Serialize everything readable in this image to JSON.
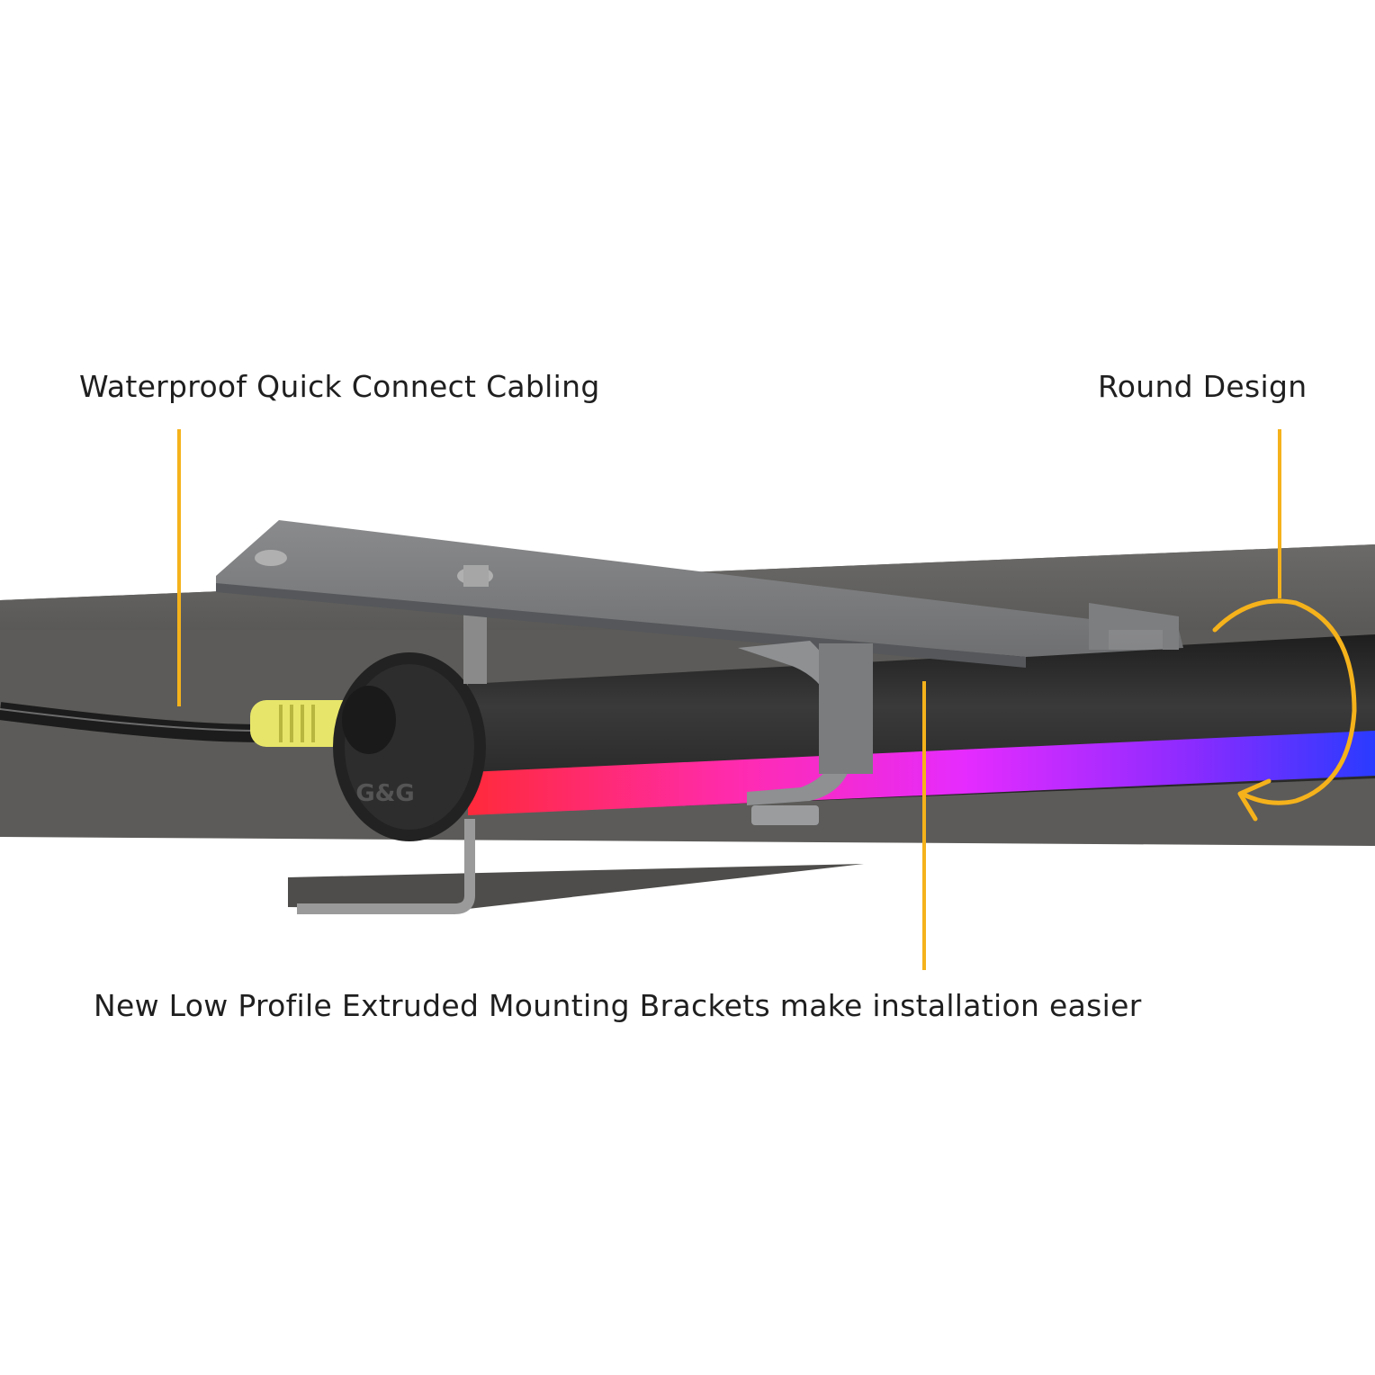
{
  "callouts": {
    "cabling": "Waterproof Quick Connect Cabling",
    "round_design": "Round Design",
    "brackets": "New Low Profile Extruded Mounting Brackets make installation easier"
  },
  "logo": "G&G",
  "colors": {
    "callout_line": "#F5B21B",
    "beam": "#5E5D5B",
    "tube_body": "#2A2A2A",
    "led_start": "#FF2A3A",
    "led_mid": "#FF2BE8",
    "led_end": "#2A3BFF",
    "connector": "#E8E66A"
  }
}
